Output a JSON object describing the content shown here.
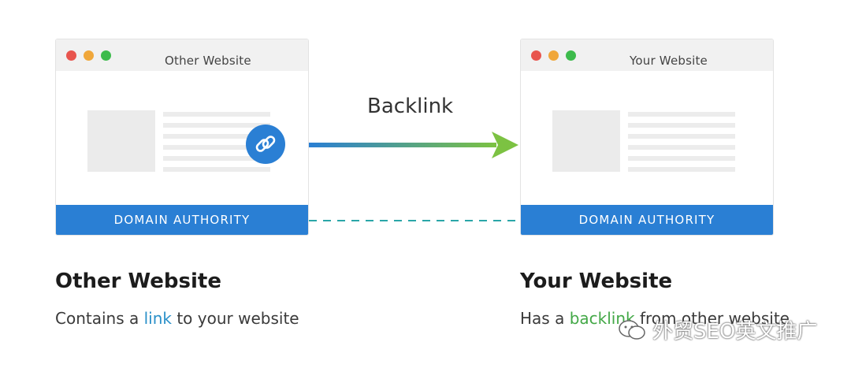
{
  "left_site": {
    "tab_label": "Other Website",
    "bar_label": "DOMAIN AUTHORITY",
    "heading": "Other Website",
    "desc_before": "Contains a ",
    "desc_keyword": "link",
    "desc_after": " to your website"
  },
  "right_site": {
    "tab_label": "Your Website",
    "bar_label": "DOMAIN AUTHORITY",
    "heading": "Your Website",
    "desc_before": "Has a ",
    "desc_keyword": "backlink",
    "desc_after": " from other website"
  },
  "arrow": {
    "label": "Backlink"
  },
  "watermark": {
    "text": "外贸SEO英文推广",
    "icon": "wechat-icon"
  },
  "colors": {
    "blue": "#2a7fd4",
    "arrow_start": "#2a7fd4",
    "arrow_end": "#7cc242",
    "dash": "#2aa6a8",
    "dot_red": "#e8554e",
    "dot_yellow": "#f0a73a",
    "dot_green": "#3dbb4c"
  },
  "icons": {
    "link_badge": "link-icon"
  }
}
